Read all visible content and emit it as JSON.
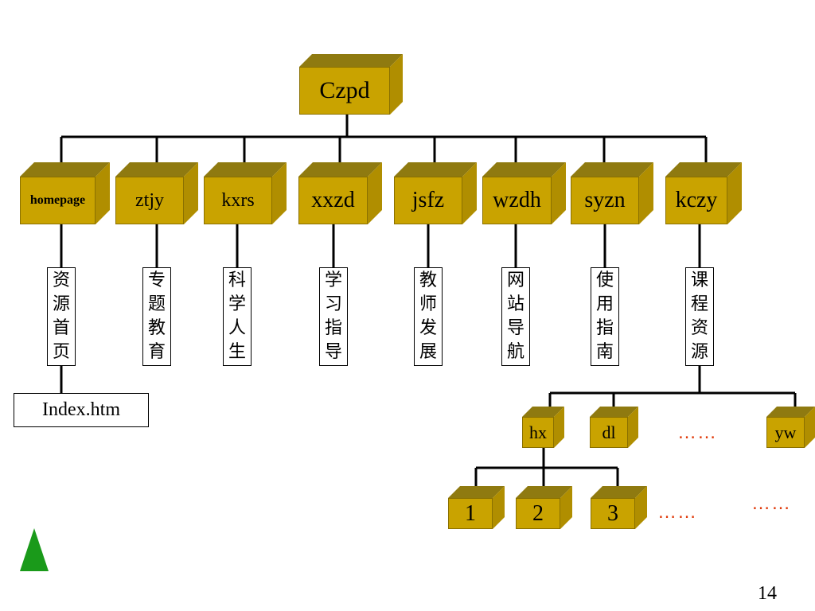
{
  "root": {
    "label": "Czpd"
  },
  "sections": [
    {
      "key": "homepage",
      "label": "homepage",
      "desc": [
        "资",
        "源",
        "首",
        "页"
      ]
    },
    {
      "key": "ztjy",
      "label": "ztjy",
      "desc": [
        "专",
        "题",
        "教",
        "育"
      ]
    },
    {
      "key": "kxrs",
      "label": "kxrs",
      "desc": [
        "科",
        "学",
        "人",
        "生"
      ]
    },
    {
      "key": "xxzd",
      "label": "xxzd",
      "desc": [
        "学",
        "习",
        "指",
        "导"
      ]
    },
    {
      "key": "jsfz",
      "label": "jsfz",
      "desc": [
        "教",
        "师",
        "发",
        "展"
      ]
    },
    {
      "key": "wzdh",
      "label": "wzdh",
      "desc": [
        "网",
        "站",
        "导",
        "航"
      ]
    },
    {
      "key": "syzn",
      "label": "syzn",
      "desc": [
        "使",
        "用",
        "指",
        "南"
      ]
    },
    {
      "key": "kczy",
      "label": "kczy",
      "desc": [
        "课",
        "程",
        "资",
        "源"
      ]
    }
  ],
  "homepage_file": "Index.htm",
  "course_children": [
    {
      "label": "hx"
    },
    {
      "label": "dl"
    },
    {
      "label": "yw"
    }
  ],
  "hx_children": [
    {
      "label": "1"
    },
    {
      "label": "2"
    },
    {
      "label": "3"
    }
  ],
  "ellipsis": "……",
  "page_number": "14",
  "colors": {
    "box_front": "#C9A300",
    "box_top": "#8f7a10",
    "box_side": "#B08E00",
    "dots": "#E03A0A",
    "triangle": "#1a9a1a"
  }
}
